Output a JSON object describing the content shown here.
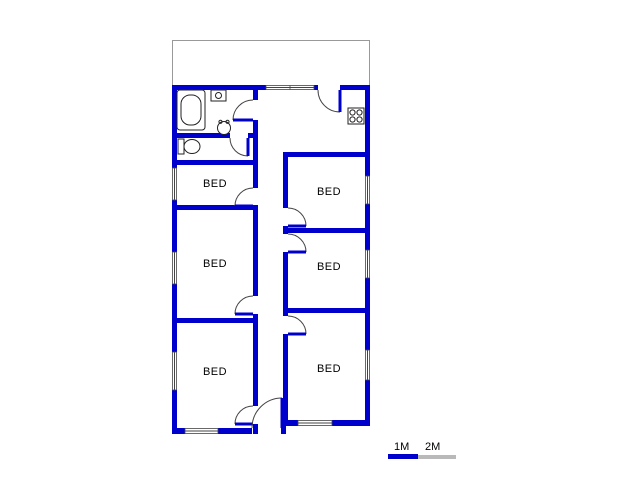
{
  "plan": {
    "type": "floor-plan",
    "rooms": [
      {
        "id": "bedroom-left-top",
        "label": "BED"
      },
      {
        "id": "bedroom-right-top",
        "label": "BED"
      },
      {
        "id": "bedroom-left-middle",
        "label": "BED"
      },
      {
        "id": "bedroom-right-middle",
        "label": "BED"
      },
      {
        "id": "bedroom-left-bottom",
        "label": "BED"
      },
      {
        "id": "bedroom-right-bottom",
        "label": "BED"
      }
    ],
    "fixtures": [
      {
        "icon": "bathtub-icon"
      },
      {
        "icon": "basin-icon"
      },
      {
        "icon": "washbasin-icon"
      },
      {
        "icon": "toilet-icon"
      },
      {
        "icon": "stove-icon"
      }
    ],
    "colors": {
      "wall": "#0000cd",
      "fixture_line": "#222222",
      "door_arc": "#444444",
      "patio_outline": "#999999"
    }
  },
  "scale_bar": {
    "labels": [
      "1M",
      "2M"
    ],
    "primary_color": "#0000cd",
    "secondary_color": "#b9b9b9"
  }
}
